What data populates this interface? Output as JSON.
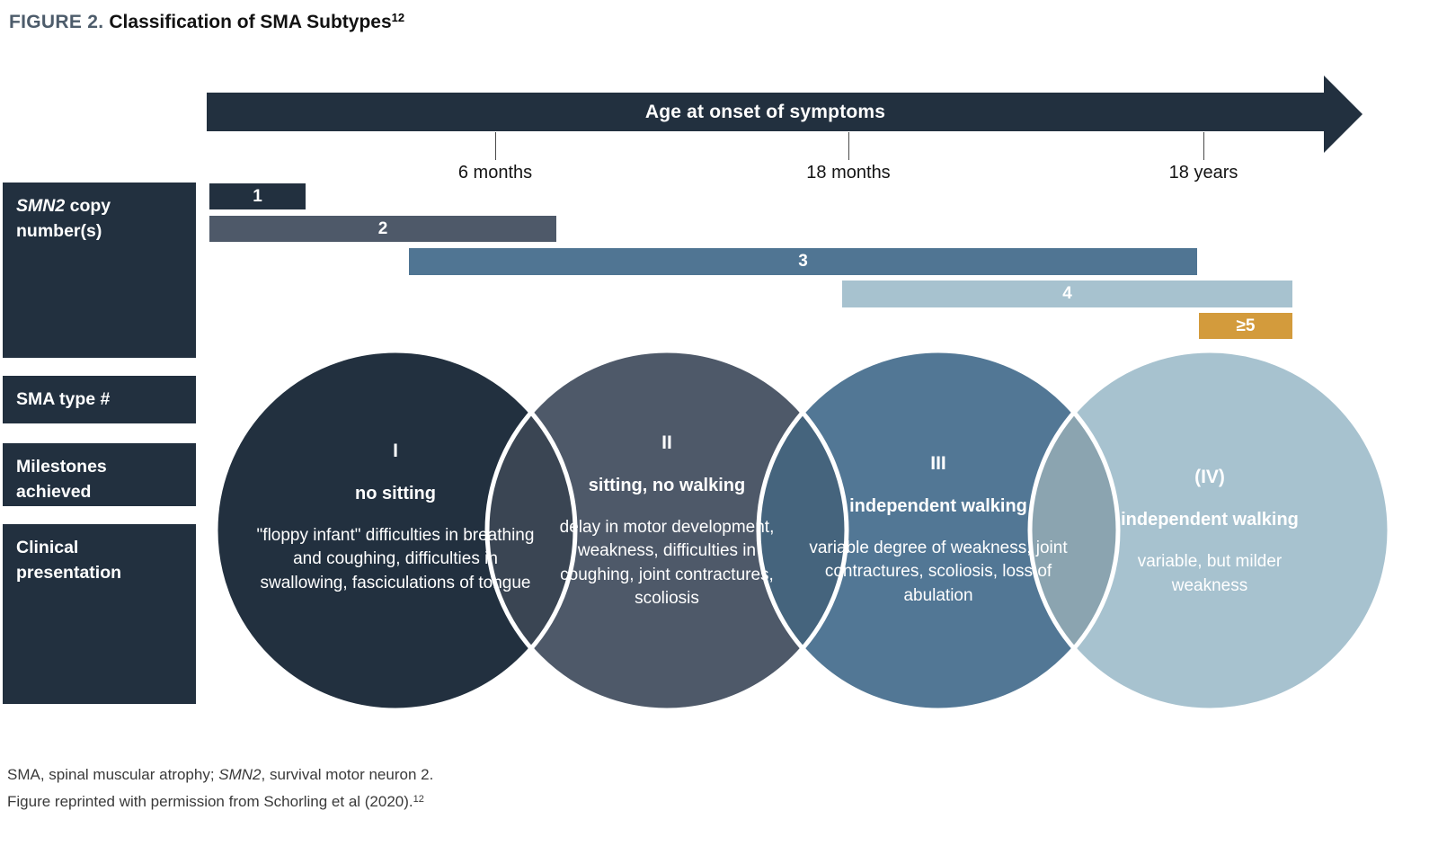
{
  "figure": {
    "label": "FIGURE 2.",
    "title": "Classification of SMA Subtypes",
    "superscript": "12"
  },
  "timeline": {
    "arrow_label": "Age at onset of symptoms",
    "ticks": [
      {
        "label": "6 months"
      },
      {
        "label": "18 months"
      },
      {
        "label": "18 years"
      }
    ]
  },
  "row_labels": {
    "copy_number_italic": "SMN2",
    "copy_number_rest": " copy number(s)",
    "sma_type": "SMA type #",
    "milestones": "Milestones achieved",
    "clinical": "Clinical presentation"
  },
  "copy_number_bars": [
    {
      "label": "1",
      "color": "#22303f"
    },
    {
      "label": "2",
      "color": "#4e5969"
    },
    {
      "label": "3",
      "color": "#507593"
    },
    {
      "label": "4",
      "color": "#a7c2cf"
    },
    {
      "label": "≥5",
      "color": "#d39b3c"
    }
  ],
  "sma_types": [
    {
      "numeral": "I",
      "milestone": "no sitting",
      "presentation": "\"floppy infant\" difficulties in breathing and coughing, difficulties in swallowing, fasciculations of tongue",
      "color": "#22303f"
    },
    {
      "numeral": "II",
      "milestone": "sitting, no walking",
      "presentation": "delay in motor development, weakness, difficulties in coughing, joint contractures, scoliosis",
      "color": "#4e5969"
    },
    {
      "numeral": "III",
      "milestone": "independent walking",
      "presentation": "variable degree of weakness, joint contractures, scoliosis, loss of abulation",
      "color": "#527795"
    },
    {
      "numeral": "(IV)",
      "milestone": "independent walking",
      "presentation": "variable, but milder weakness",
      "color": "#a7c2cf"
    }
  ],
  "overlap_colors": [
    "#3a4553",
    "#45647d",
    "#8ba4b0"
  ],
  "accent_colors": {
    "dark_navy": "#22303f",
    "slate": "#4e5969",
    "steel_blue": "#527795",
    "light_blue": "#a7c2cf",
    "amber": "#d39b3c",
    "figure_label": "#4d5c6b"
  },
  "footnotes": {
    "line1_pre": "SMA, spinal muscular atrophy; ",
    "line1_italic": "SMN2",
    "line1_post": ", survival motor neuron 2.",
    "line2_text": "Figure reprinted with permission from Schorling et al (2020).",
    "line2_superscript": "12"
  }
}
